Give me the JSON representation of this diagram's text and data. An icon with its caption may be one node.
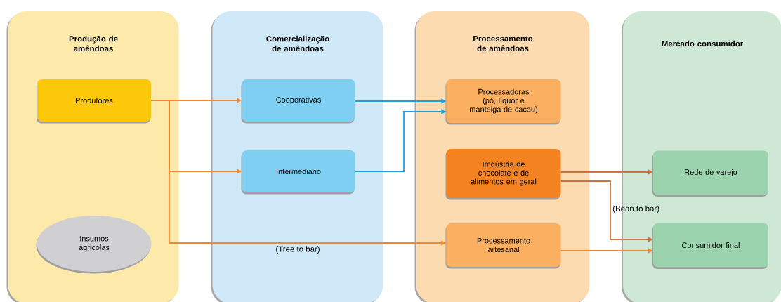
{
  "diagram": {
    "nodes": [
      {
        "text": [
          "Produção de amêndoas"
        ]
      },
      {
        "text": [
          "Produtores"
        ],
        "in": 0
      },
      {
        "text": [
          "Insumos agricolas"
        ],
        "in": 0
      },
      {
        "text": [
          "Comercialização de amêndoas"
        ]
      },
      {
        "text": [
          "Cooperativas"
        ],
        "in": 3
      },
      {
        "text": [
          "Intermediário"
        ],
        "in": 3
      },
      {
        "text": [
          "Processamento de amêndoas"
        ]
      },
      {
        "text": [
          "Processadoras (pó, líquor e manteiga de cacau)"
        ],
        "in": 6
      },
      {
        "text": [
          "Imdústria de chocolate e de alimentos em geral"
        ],
        "in": 6
      },
      {
        "text": [
          "Processamento artesanal"
        ],
        "in": 6
      },
      {
        "text": [
          "Mercado consumidor"
        ]
      },
      {
        "text": [
          "Rede de varejo"
        ],
        "in": 10
      },
      {
        "text": [
          "Consumidor final"
        ],
        "in": 10
      }
    ],
    "edges": [
      {
        "from": 1,
        "to": 4,
        "arrow": "to"
      },
      {
        "from": 1,
        "to": 5,
        "arrow": "to"
      },
      {
        "from": 1,
        "to": 9,
        "arrow": "to",
        "label": "(Tree to bar)"
      },
      {
        "from": 4,
        "to": 7,
        "arrow": "to",
        "color": "#1ea0e0"
      },
      {
        "from": 5,
        "to": 7,
        "arrow": "to",
        "color": "#1ea0e0"
      },
      {
        "from": 8,
        "to": 11,
        "arrow": "to",
        "color": "#d0703a"
      },
      {
        "from": 8,
        "to": 12,
        "arrow": "to",
        "color": "#d0703a",
        "label": "(Bean to bar)"
      },
      {
        "from": 9,
        "to": 12,
        "arrow": "to"
      }
    ]
  }
}
